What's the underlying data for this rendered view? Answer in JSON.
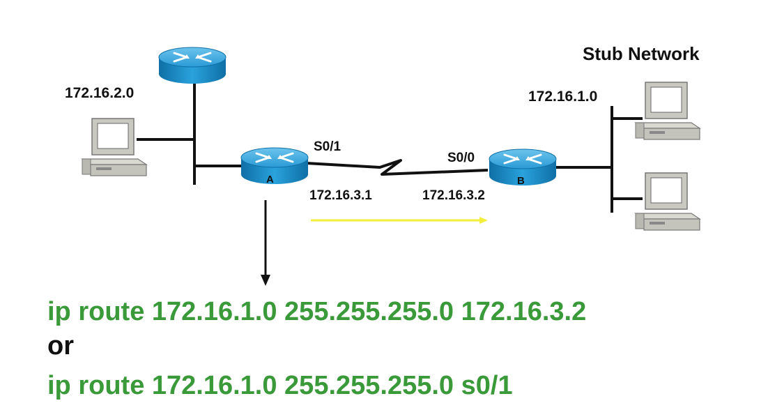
{
  "diagram": {
    "stub_network_label": "Stub Network",
    "network_left": "172.16.2.0",
    "network_right": "172.16.1.0",
    "router_a_label": "A",
    "router_b_label": "B",
    "iface_a": "S0/1",
    "iface_b": "S0/0",
    "ip_a": "172.16.3.1",
    "ip_b": "172.16.3.2"
  },
  "commands": {
    "line1": "ip route 172.16.1.0 255.255.255.0 172.16.3.2",
    "or": "or",
    "line2": "ip route 172.16.1.0 255.255.255.0 s0/1"
  },
  "colors": {
    "command_green": "#3a9a3a",
    "router_blue": "#1b8fc9",
    "flow_arrow_yellow": "#f2ee3a"
  }
}
